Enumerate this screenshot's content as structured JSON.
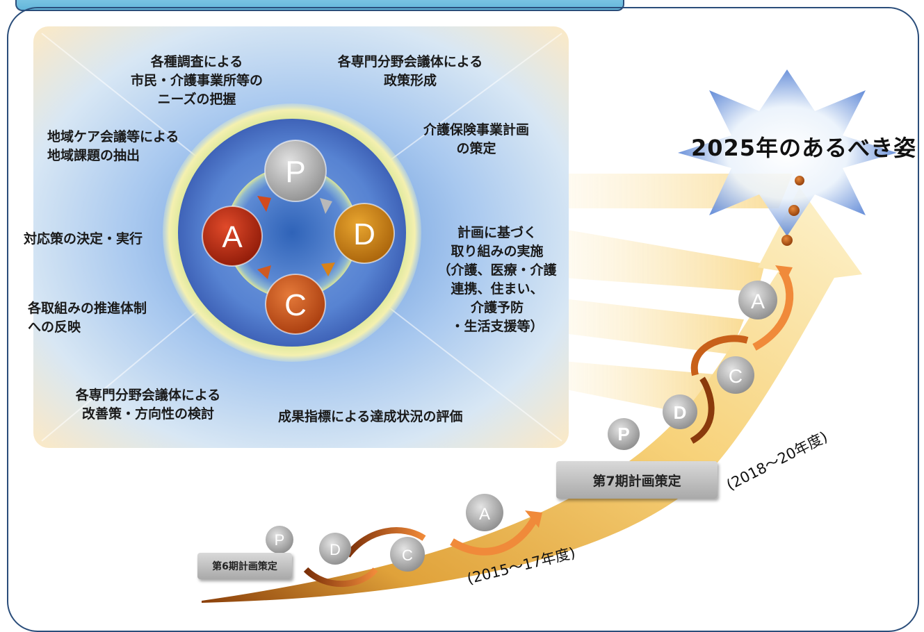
{
  "goal_title": "2025年のあるべき姿",
  "cycle": {
    "P": "P",
    "D": "D",
    "C": "C",
    "A": "A"
  },
  "labels": {
    "survey": "各種調査による\n市民・介護事業所等の\nニーズの把握",
    "policy_formation": "各専門分野会議体による\n政策形成",
    "plan_formulation": "介護保険事業計画\nの策定",
    "community_care": "地域ケア会議等による\n地域課題の抽出",
    "implementation": "計画に基づく\n取り組みの実施\n（介護、医療・介護\n連携、住まい、\n介護予防\n・生活支援等）",
    "countermeasures": "対応策の決定・実行",
    "reflection": "各取組みの推進体制\nへの反映",
    "improvement": "各専門分野会議体による\n改善策・方向性の検討",
    "evaluation": "成果指標による達成状況の評価"
  },
  "plans": {
    "sixth": "第6期計画策定",
    "seventh": "第7期計画策定",
    "period_6": "(2015～17年度)",
    "period_7": "(2018～20年度)"
  },
  "colors": {
    "frame": "#2a4d7a",
    "tab": "#63b6da",
    "cycle_P": "#a9a9a9",
    "cycle_D": "#c8800a",
    "cycle_C": "#c5501a",
    "cycle_A": "#b8260e",
    "arrow": "#f6c85a",
    "curve_arrow": "#e8762a"
  }
}
